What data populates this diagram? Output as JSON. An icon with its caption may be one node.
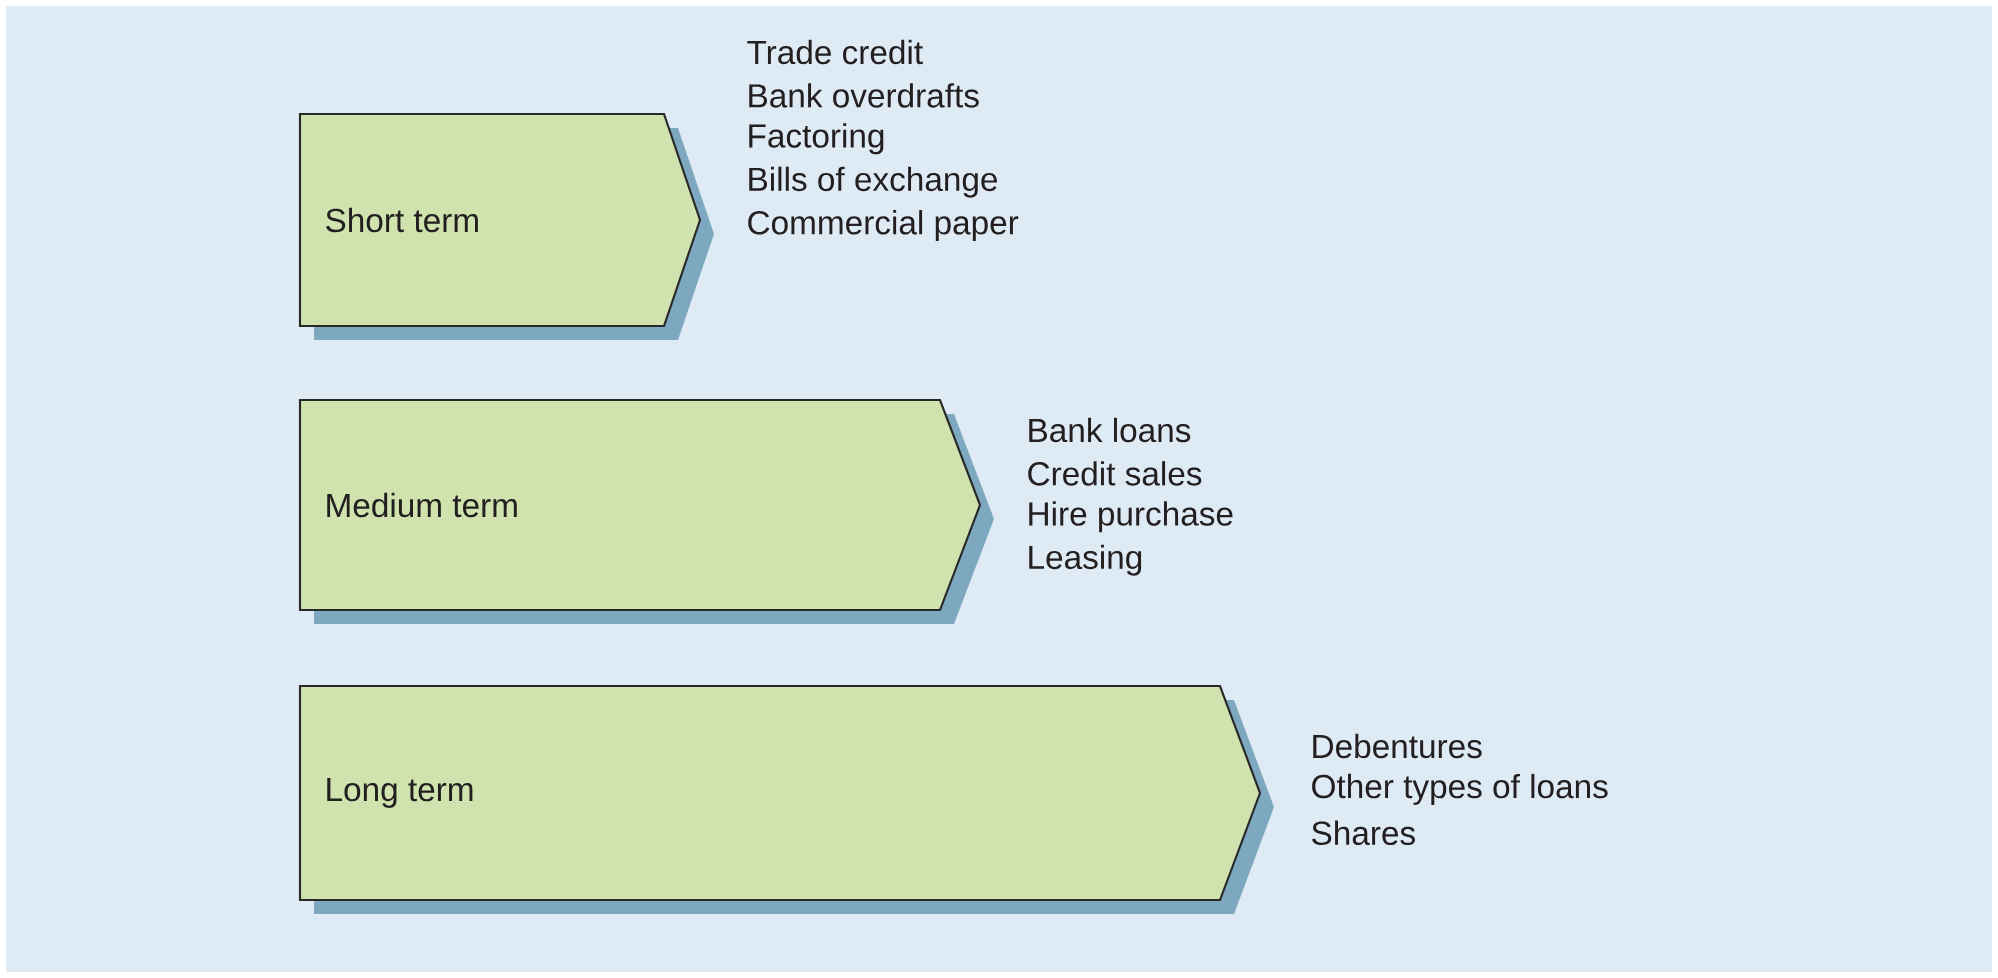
{
  "diagram": {
    "nodes": [
      {
        "text": [
          "Short term"
        ],
        "beside": [
          "Trade credit",
          "Bank overdrafts",
          "Factoring",
          "Bills of exchange",
          "Commercial paper"
        ]
      },
      {
        "text": [
          "Medium term"
        ],
        "beside": [
          "Bank loans",
          "Credit sales",
          "Hire purchase",
          "Leasing"
        ]
      },
      {
        "text": [
          "Long term"
        ],
        "beside": [
          "Debentures",
          "Other types of loans",
          "Shares"
        ]
      }
    ]
  }
}
